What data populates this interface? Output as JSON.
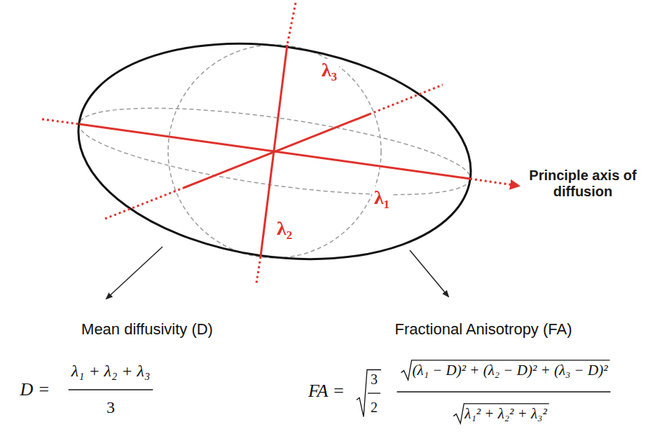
{
  "diagram": {
    "labels": [
      "λ₃",
      "λ₁",
      "λ₂",
      "Principle axis of diffusion",
      "Mean diffusivity (D)",
      "Fractional Anisotropy (FA)",
      "D =",
      "λ₁ + λ₂ + λ₃",
      "3",
      "FA =",
      "3",
      "2",
      "(λ₁ − D)² + (λ₂ − D)² + (λ₃ − D)²",
      "λ₁² + λ₂² + λ₃²"
    ]
  }
}
